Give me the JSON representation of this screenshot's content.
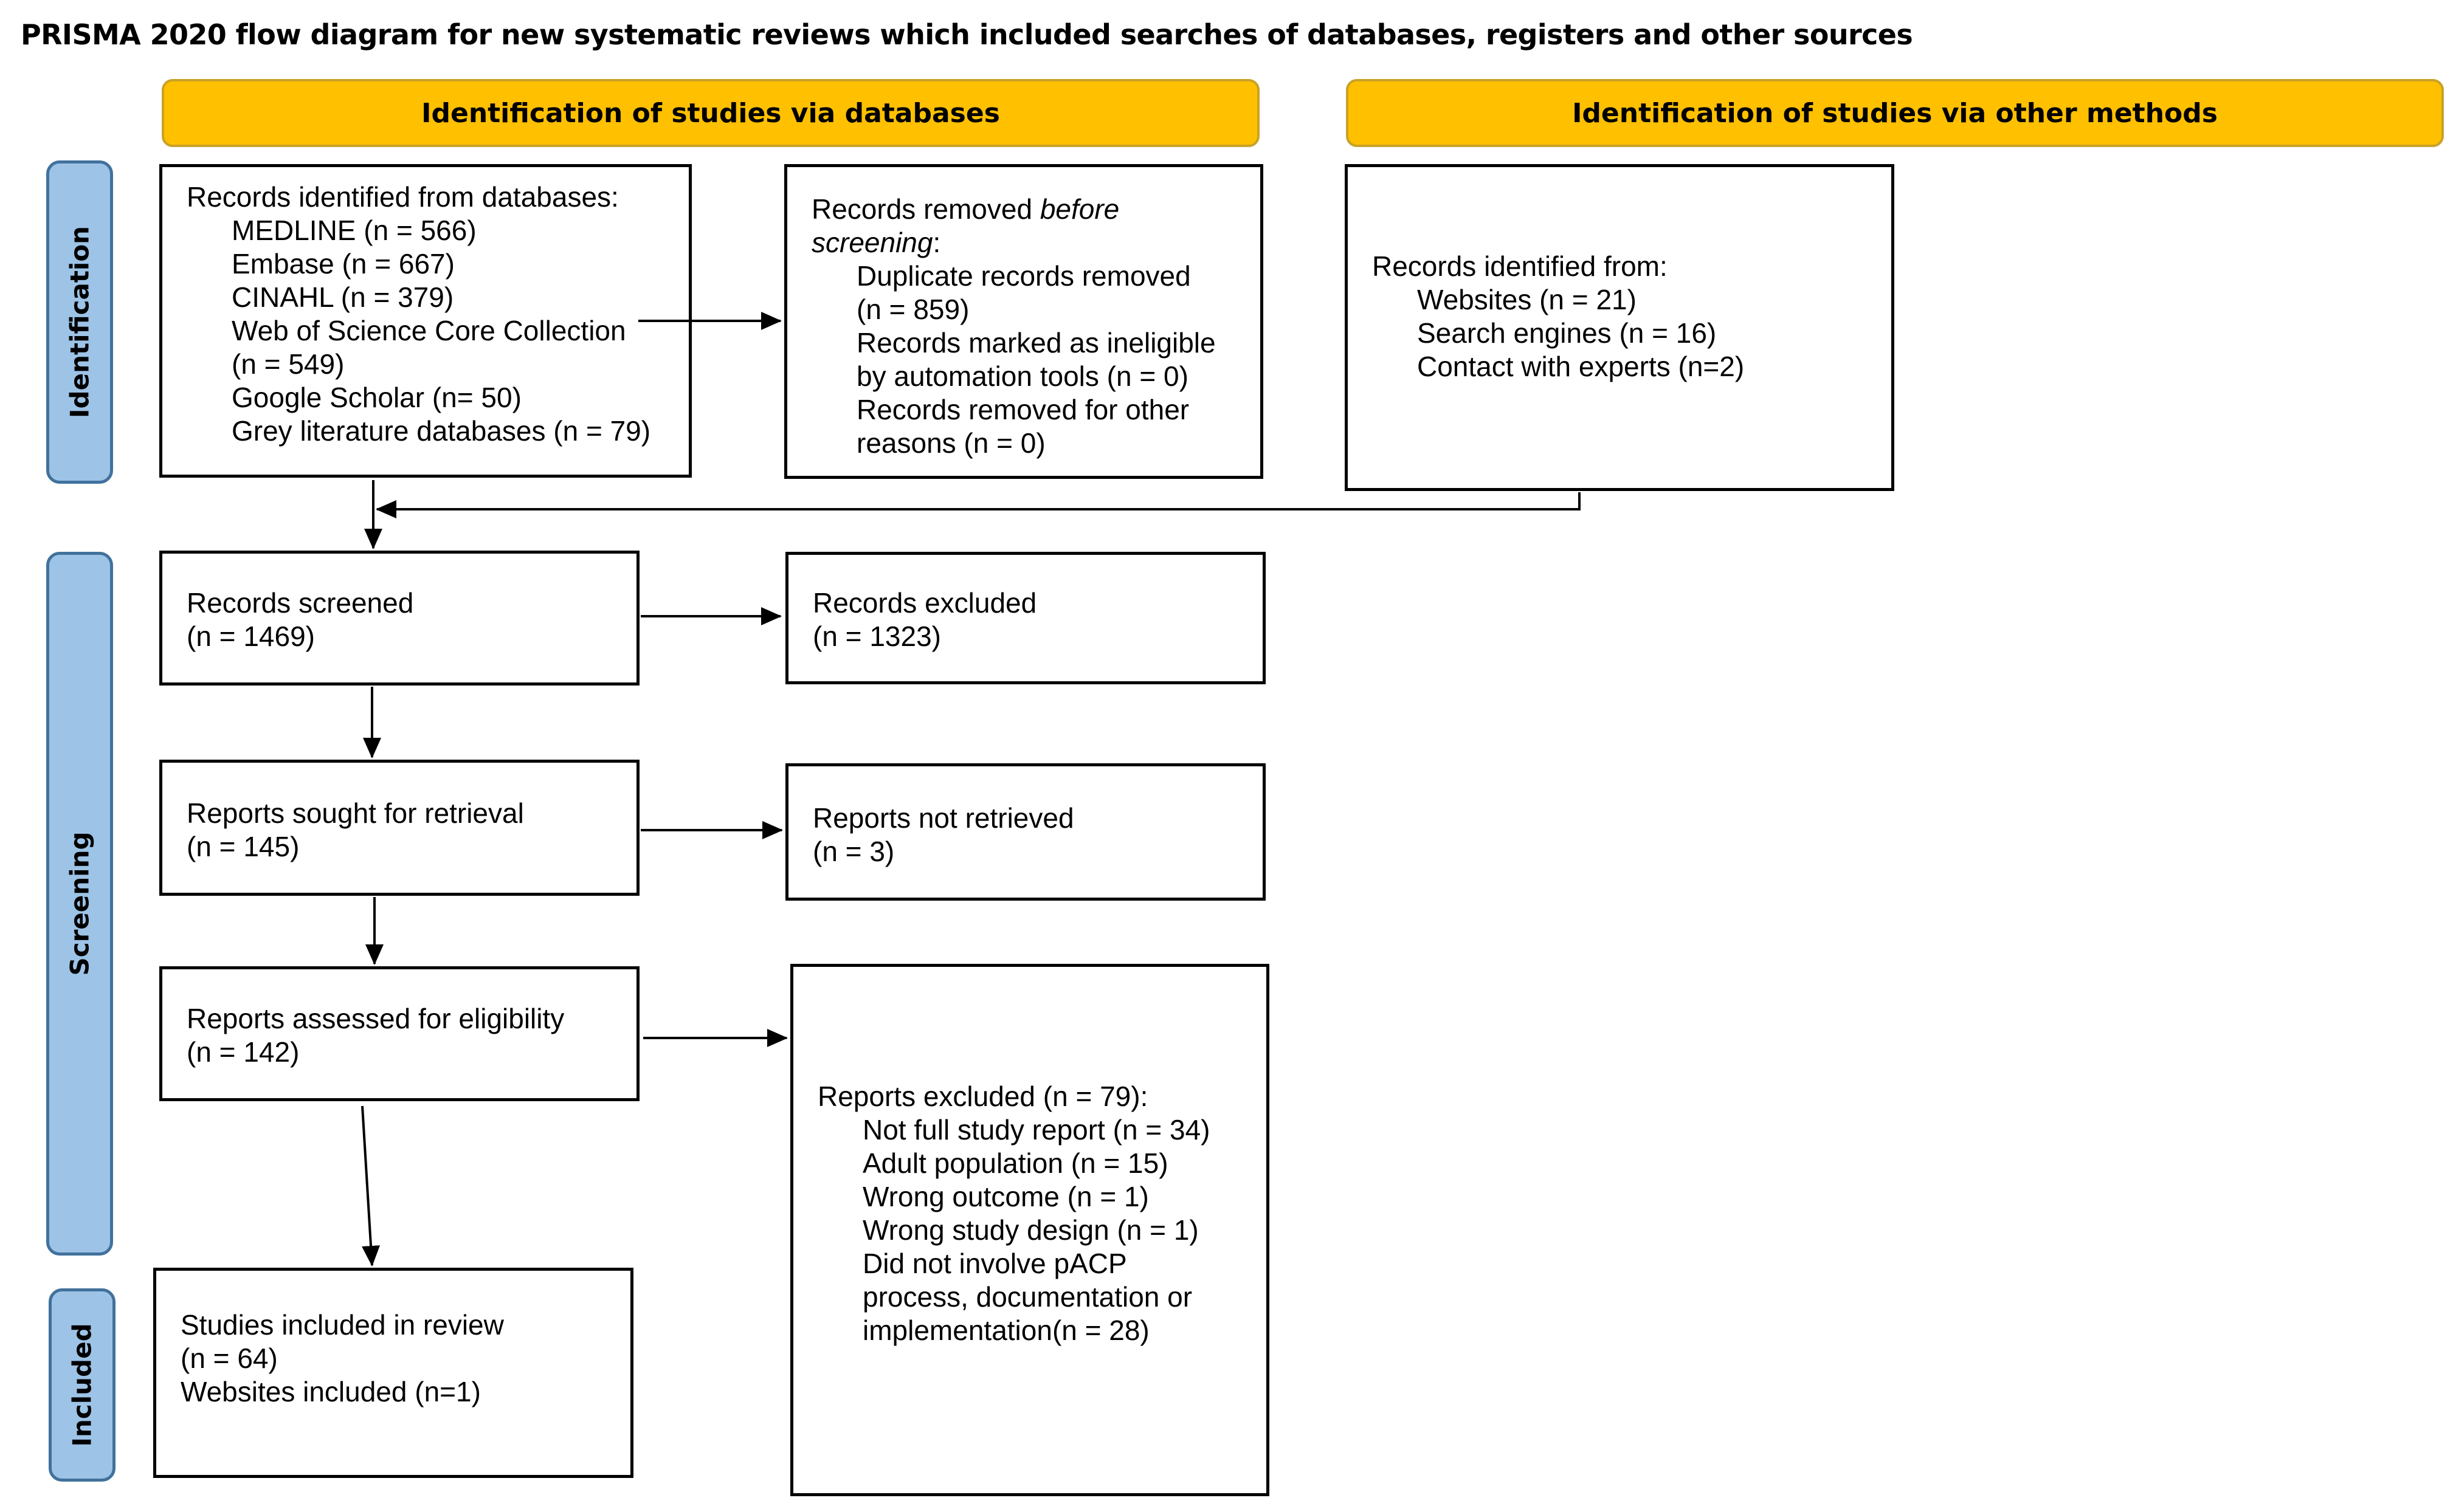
{
  "title": "PRISMA 2020 flow diagram for new systematic reviews which included searches of databases, registers and other sources",
  "banners": {
    "databases": "Identification of studies via databases",
    "other": "Identification of studies via other methods"
  },
  "stages": {
    "identification": "Identification",
    "screening": "Screening",
    "included": "Included"
  },
  "boxes": {
    "records_identified": {
      "heading": "Records identified from databases:",
      "items": [
        "MEDLINE (n = 566)",
        "Embase (n = 667)",
        "CINAHL (n = 379)",
        "Web of Science Core Collection",
        "(n = 549)",
        "Google Scholar (n= 50)",
        "Grey literature databases (n = 79)"
      ]
    },
    "records_removed": {
      "heading_pre": "Records removed ",
      "heading_em": "before",
      "heading_line2": "screening",
      "heading_colon": ":",
      "items": [
        "Duplicate records removed",
        "(n = 859)",
        "Records marked as ineligible",
        "by automation tools (n = 0)",
        "Records removed for other",
        "reasons (n = 0)"
      ]
    },
    "other_sources": {
      "heading": "Records identified from:",
      "items": [
        "Websites (n = 21)",
        "Search engines (n = 16)",
        "Contact with experts (n=2)"
      ]
    },
    "records_screened": {
      "line1": "Records screened",
      "line2": "(n = 1469)"
    },
    "records_excluded": {
      "line1": "Records excluded",
      "line2": "(n = 1323)"
    },
    "reports_sought": {
      "line1": "Reports sought for retrieval",
      "line2": "(n = 145)"
    },
    "reports_not_retrieved": {
      "line1": "Reports not retrieved",
      "line2": "(n = 3)"
    },
    "reports_assessed": {
      "line1": "Reports assessed for eligibility",
      "line2": "(n = 142)"
    },
    "reports_excluded": {
      "heading": "Reports excluded (n = 79):",
      "items": [
        "Not full study report (n = 34)",
        "Adult population (n = 15)",
        "Wrong outcome (n = 1)",
        "Wrong study design (n = 1)",
        "Did not involve pACP",
        "process, documentation or",
        "implementation(n = 28)"
      ]
    },
    "studies_included": {
      "line1": "Studies included in review",
      "line2": "(n = 64)",
      "line3": "Websites included (n=1)"
    }
  }
}
